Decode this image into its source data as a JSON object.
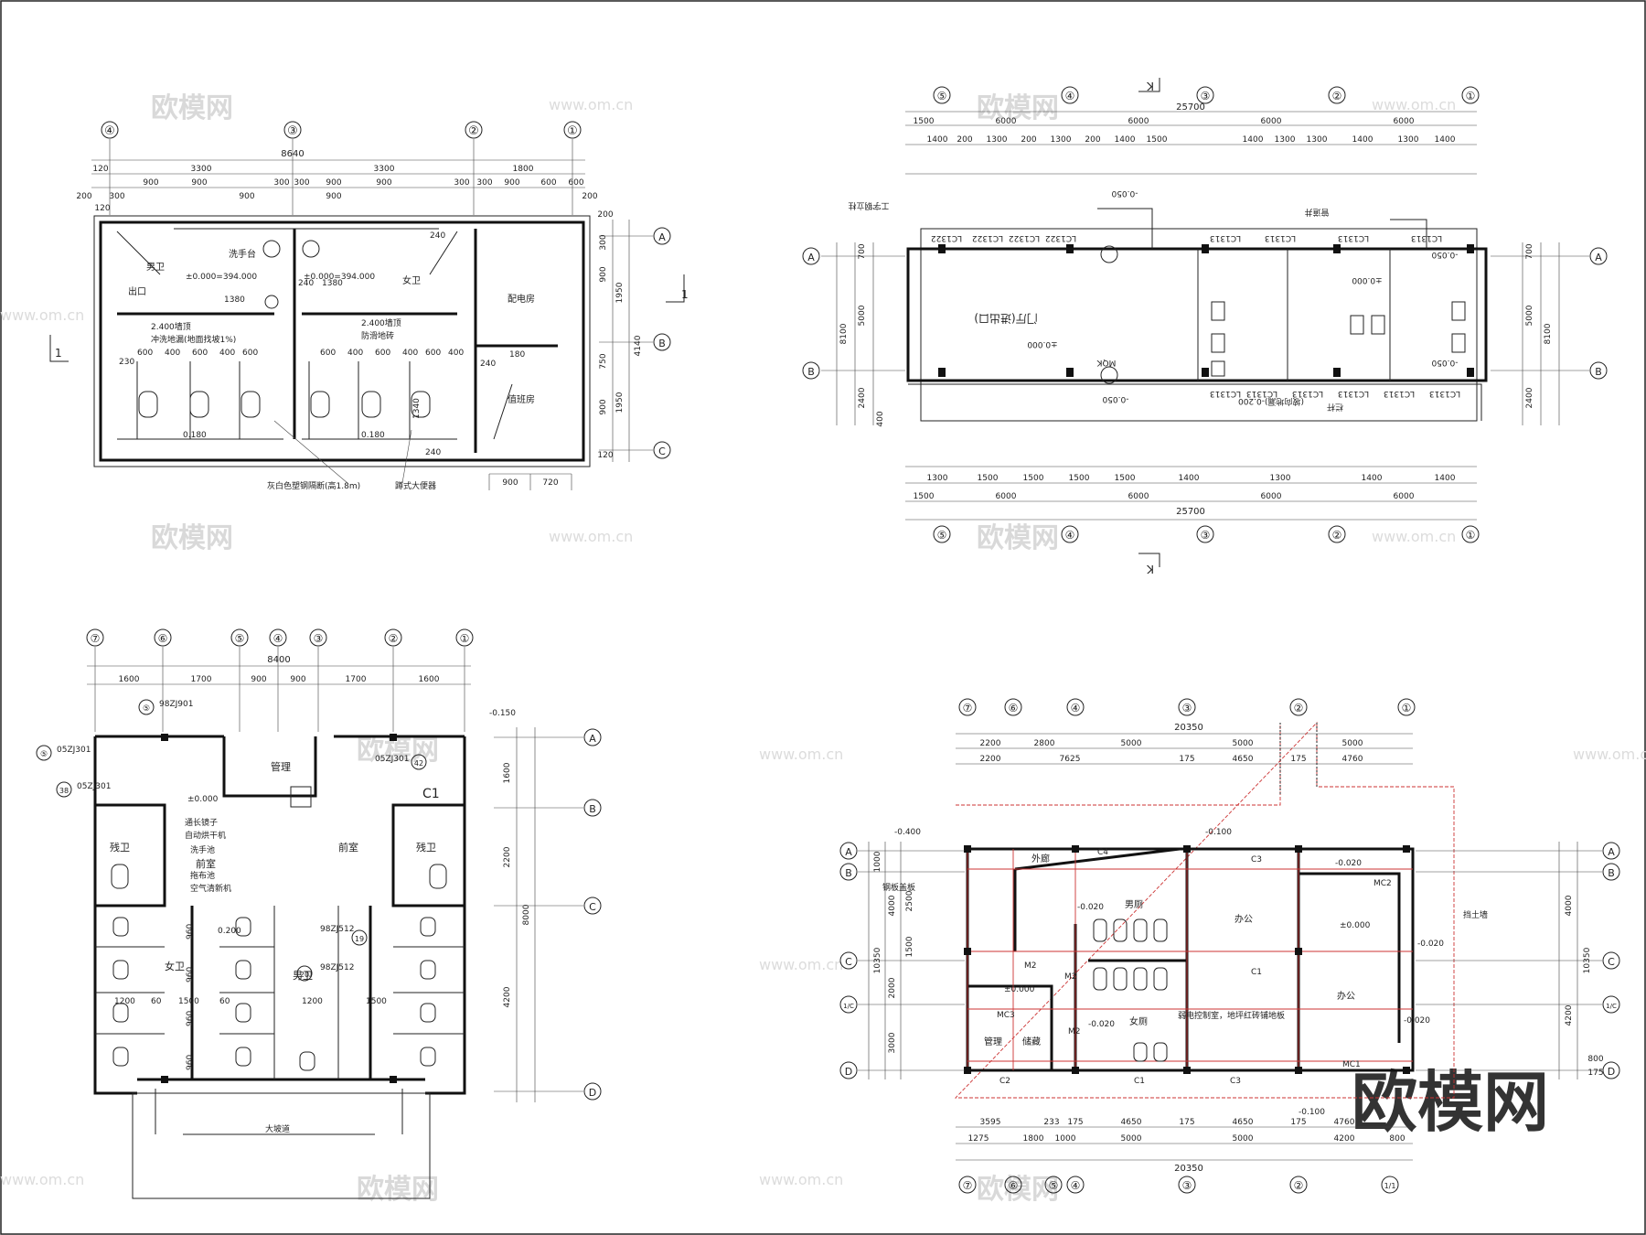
{
  "watermark": {
    "brand": "欧模网",
    "site": "www.om.cn"
  },
  "plan1": {
    "grid_labels": [
      "④",
      "③",
      "②",
      "①"
    ],
    "overall": "8640",
    "dims_row1": [
      "120",
      "3300",
      "3300",
      "1800"
    ],
    "dims_row2": [
      "900",
      "900",
      "300",
      "300",
      "900",
      "900",
      "300",
      "300",
      "900",
      "600",
      "600"
    ],
    "dims_row3": [
      "200",
      "300",
      "900",
      "900",
      "200",
      "120"
    ],
    "row_labels": [
      "A",
      "B",
      "C"
    ],
    "right_dims": [
      "4140",
      "1950",
      "1950",
      "900",
      "750",
      "900",
      "120",
      "300",
      "200"
    ],
    "rooms": [
      "男卫",
      "女卫",
      "配电房",
      "值班房",
      "出口",
      "洗手台"
    ],
    "notes": [
      "±0.000=394.000",
      "±0.000=394.000",
      "2.400墙顶",
      "2.400墙顶",
      "冲洗地漏(地面找坡1%)",
      "防滑地砖"
    ],
    "stall_dims": [
      "600",
      "400",
      "600",
      "400",
      "600",
      "230",
      "600",
      "400",
      "600",
      "400",
      "600",
      "400"
    ],
    "small_labels": [
      "0.180",
      "0.180",
      "1380",
      "1380",
      "240",
      "240",
      "180",
      "240",
      "1340",
      "240"
    ],
    "bottom_notes": [
      "灰白色塑钢隔断(高1.8m)",
      "蹲式大便器"
    ],
    "bottom_dims": [
      "900",
      "720"
    ],
    "section_mark": "1"
  },
  "plan2": {
    "grid_labels": [
      "⑤",
      "④",
      "③",
      "②",
      "①"
    ],
    "overall": "25700",
    "bays": [
      "6000",
      "6000",
      "6000",
      "6000"
    ],
    "edge": "1500",
    "sub_dims": [
      "1400",
      "200",
      "1300",
      "200",
      "1300",
      "200",
      "1400",
      "1500"
    ],
    "row_labels": [
      "A",
      "B"
    ],
    "left_dims": [
      "8100",
      "5000",
      "700",
      "2400",
      "400"
    ],
    "windows_top": [
      "LC1322",
      "LC1322",
      "LC1322",
      "LC1322",
      "LC1313",
      "LC1313",
      "LC1313",
      "LC1313"
    ],
    "windows_bottom": [
      "LC1313",
      "LC1313",
      "LC1313",
      "LC1313",
      "LC1313",
      "LC1313"
    ],
    "notes": [
      "门厅(进出口)",
      "±0.000",
      "-0.050",
      "-0.050",
      "±0.000",
      "-0.050",
      "工字钢立柱",
      "MQK",
      "-0.050",
      "(坡向地漏)-0.200",
      "栏杆",
      "管道井"
    ],
    "cut_mark": "K"
  },
  "plan3": {
    "grid_labels": [
      "⑦",
      "⑥",
      "⑤",
      "④",
      "③",
      "②",
      "①"
    ],
    "overall": "8400",
    "dims": [
      "1600",
      "1700",
      "900",
      "900",
      "1700",
      "1600"
    ],
    "row_labels": [
      "A",
      "B",
      "C",
      "D"
    ],
    "right_dims": [
      "1600",
      "2200",
      "8000",
      "4200"
    ],
    "refs": [
      "05ZJ301",
      "98ZJ901",
      "05ZJ301",
      "05ZJ301",
      "98ZJ512",
      "98ZJ512"
    ],
    "ref_nums": [
      "⑤",
      "⑤",
      "38",
      "42",
      "19",
      "20"
    ],
    "rooms": [
      "残卫",
      "残卫",
      "前室",
      "前室",
      "管理",
      "女卫",
      "男卫"
    ],
    "notes": [
      "通长镜子",
      "自动烘干机",
      "洗手池",
      "拖布池",
      "空气清新机",
      "±0.000",
      "0.200",
      "-0.150",
      "大坡道",
      "C1"
    ],
    "stall_dims": [
      "960",
      "960",
      "960",
      "960",
      "1200",
      "1200",
      "1500",
      "1500",
      "60",
      "60"
    ]
  },
  "plan4": {
    "grid_labels": [
      "⑦",
      "⑥",
      "⑤",
      "④",
      "③",
      "②",
      "1/1",
      "①"
    ],
    "overall": "20350",
    "top_dims": [
      "2200",
      "2800",
      "5000",
      "5000",
      "5000"
    ],
    "top_dims2": [
      "2200",
      "7625",
      "175",
      "4650",
      "175",
      "4760"
    ],
    "bottom_dims": [
      "3595",
      "233",
      "175",
      "4650",
      "175",
      "4650",
      "175",
      "4760"
    ],
    "bottom_dims2": [
      "1275",
      "1800",
      "1000",
      "5000",
      "5000",
      "4200",
      "800"
    ],
    "row_labels": [
      "A",
      "B",
      "C",
      "1/C",
      "D"
    ],
    "side_dims": [
      "10350",
      "4000",
      "4200",
      "1000",
      "2500",
      "1500",
      "2000",
      "3000",
      "175",
      "800"
    ],
    "rooms": [
      "外廊",
      "男厕",
      "女厕",
      "办公",
      "办公",
      "管理",
      "储藏"
    ],
    "notes": [
      "-0.400",
      "-0.100",
      "-0.020",
      "-0.020",
      "-0.020",
      "-0.020",
      "-0.020",
      "±0.000",
      "±0.000",
      "-0.100",
      "弱电控制室，地坪红砖铺地板",
      "挡土墙",
      "钢板盖板"
    ],
    "doors": [
      "C4",
      "C3",
      "C1",
      "C1",
      "C2",
      "C3",
      "MC2",
      "MC1",
      "MC3",
      "M2",
      "M2",
      "M2"
    ]
  }
}
